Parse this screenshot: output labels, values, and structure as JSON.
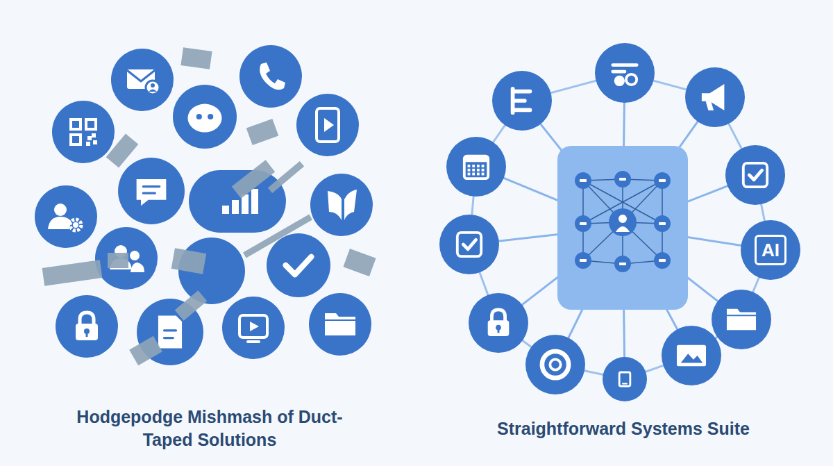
{
  "diagram": {
    "nodes": [
      {
        "text": [
          "AI"
        ]
      }
    ],
    "labels": [
      "Hodgepodge Mishmash of Duct-Taped Solutions",
      "Straightforward Systems Suite"
    ]
  }
}
